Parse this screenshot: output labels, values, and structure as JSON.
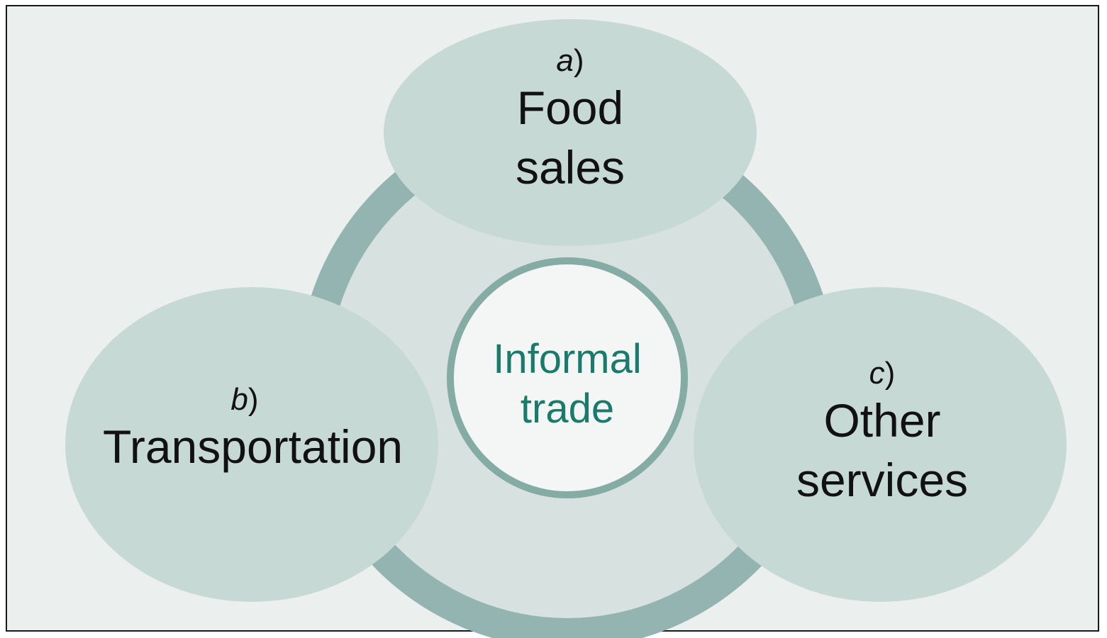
{
  "center": {
    "line1": "Informal",
    "line2": "trade"
  },
  "nodes": [
    {
      "letter": "a",
      "paren": ")",
      "line1": "Food",
      "line2": "sales"
    },
    {
      "letter": "b",
      "paren": ")",
      "line1": "Transportation",
      "line2": ""
    },
    {
      "letter": "c",
      "paren": ")",
      "line1": "Other",
      "line2": "services"
    }
  ],
  "colors": {
    "background": "#ebf0ee",
    "ring": "#93b4b0",
    "inner_disc": "#d7e1df",
    "satellite": "#c7d9d5",
    "center_fill": "#f3f6f5",
    "center_stroke": "#85aba5",
    "center_text": "#1a7a6c"
  }
}
